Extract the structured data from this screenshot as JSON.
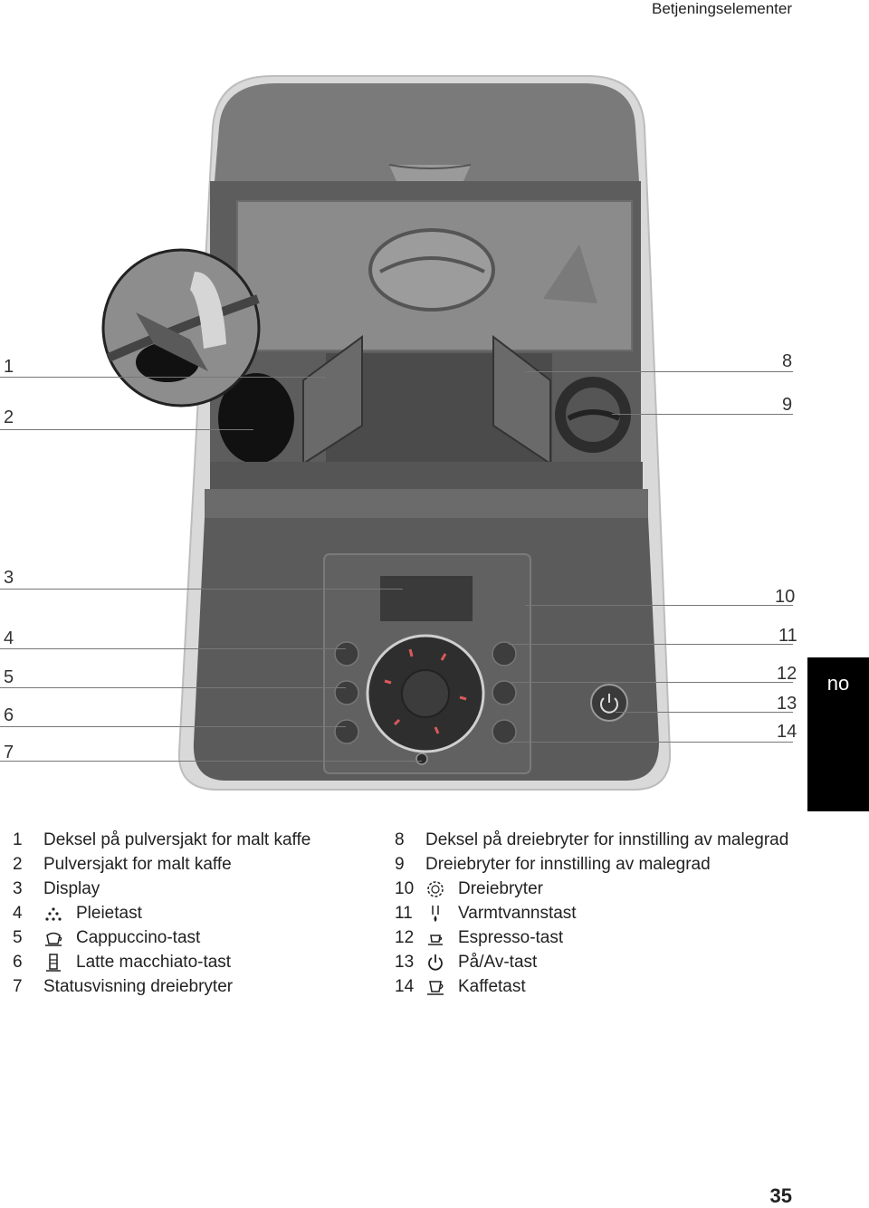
{
  "header": {
    "title": "Betjeningselementer"
  },
  "lang_tab": "no",
  "callouts": {
    "left": [
      "1",
      "2",
      "3",
      "4",
      "5",
      "6",
      "7"
    ],
    "right": [
      "8",
      "9",
      "10",
      "11",
      "12",
      "13",
      "14"
    ]
  },
  "legend_left": [
    {
      "num": "1",
      "icon": "",
      "label": "Deksel på pulversjakt for malt kaffe"
    },
    {
      "num": "2",
      "icon": "",
      "label": "Pulversjakt for malt kaffe"
    },
    {
      "num": "3",
      "icon": "",
      "label": "Display"
    },
    {
      "num": "4",
      "icon": "care-icon",
      "label": "Pleietast"
    },
    {
      "num": "5",
      "icon": "cappuccino-icon",
      "label": "Cappuccino-tast"
    },
    {
      "num": "6",
      "icon": "latte-macchiato-icon",
      "label": "Latte macchiato-tast"
    },
    {
      "num": "7",
      "icon": "",
      "label": "Statusvisning dreiebryter"
    }
  ],
  "legend_right": [
    {
      "num": "8",
      "icon": "",
      "label": "Deksel på dreiebryter for innstilling av malegrad"
    },
    {
      "num": "9",
      "icon": "",
      "label": "Dreiebryter for innstilling av malegrad"
    },
    {
      "num": "10",
      "icon": "rotary-switch-icon",
      "label": "Dreiebryter"
    },
    {
      "num": "11",
      "icon": "hot-water-icon",
      "label": "Varmtvannstast"
    },
    {
      "num": "12",
      "icon": "espresso-icon",
      "label": "Espresso-tast"
    },
    {
      "num": "13",
      "icon": "power-icon",
      "label": "På/Av-tast"
    },
    {
      "num": "14",
      "icon": "coffee-icon",
      "label": "Kaffetast"
    }
  ],
  "page_number": "35"
}
